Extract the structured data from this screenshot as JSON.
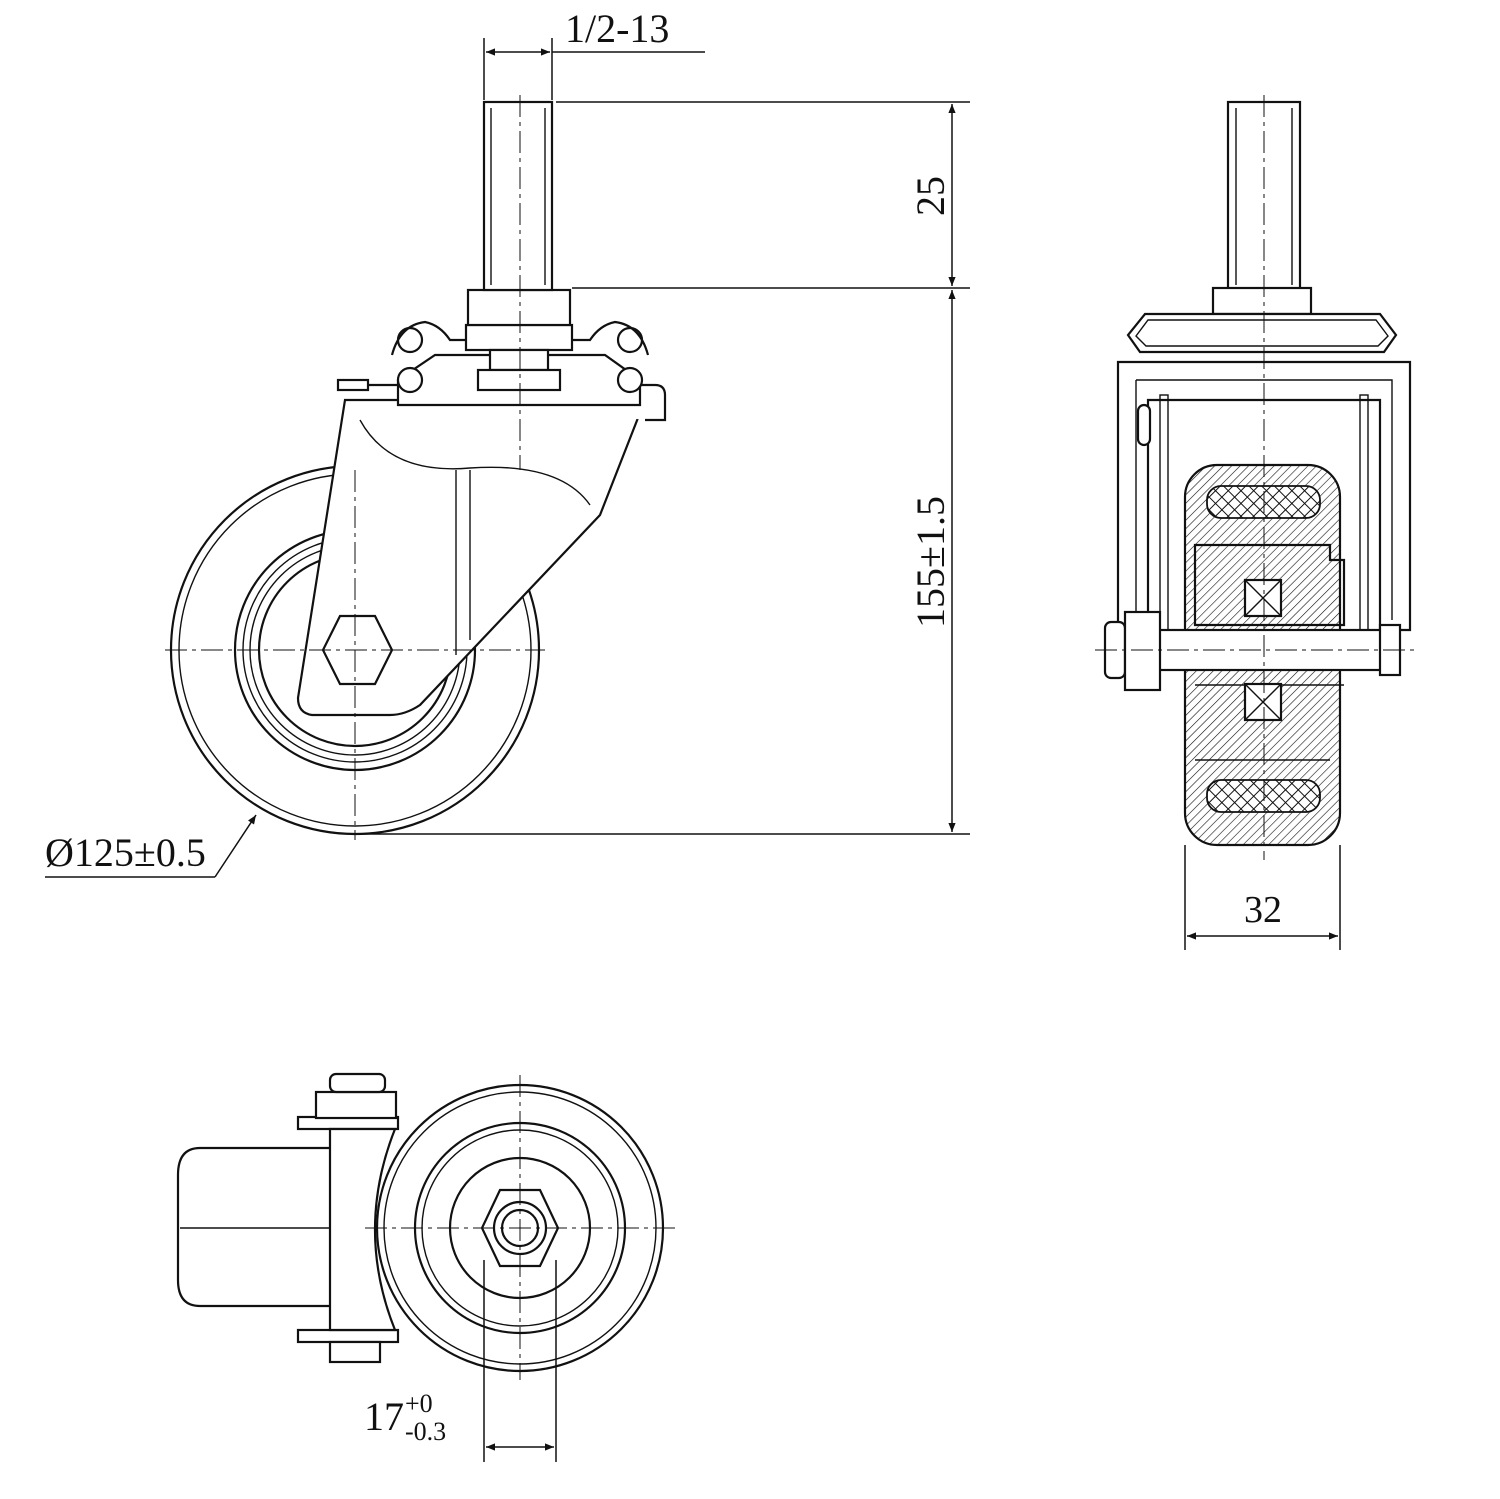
{
  "dimensions": {
    "thread": "1/2-13",
    "stem_length": "25",
    "total_height": "155±1.5",
    "wheel_diameter": "Ø125±0.5",
    "wheel_width": "32",
    "offset_base": "17",
    "offset_tol_upper": "+0",
    "offset_tol_lower": "-0.3"
  },
  "colors": {
    "line": "#111111",
    "background": "#ffffff"
  }
}
